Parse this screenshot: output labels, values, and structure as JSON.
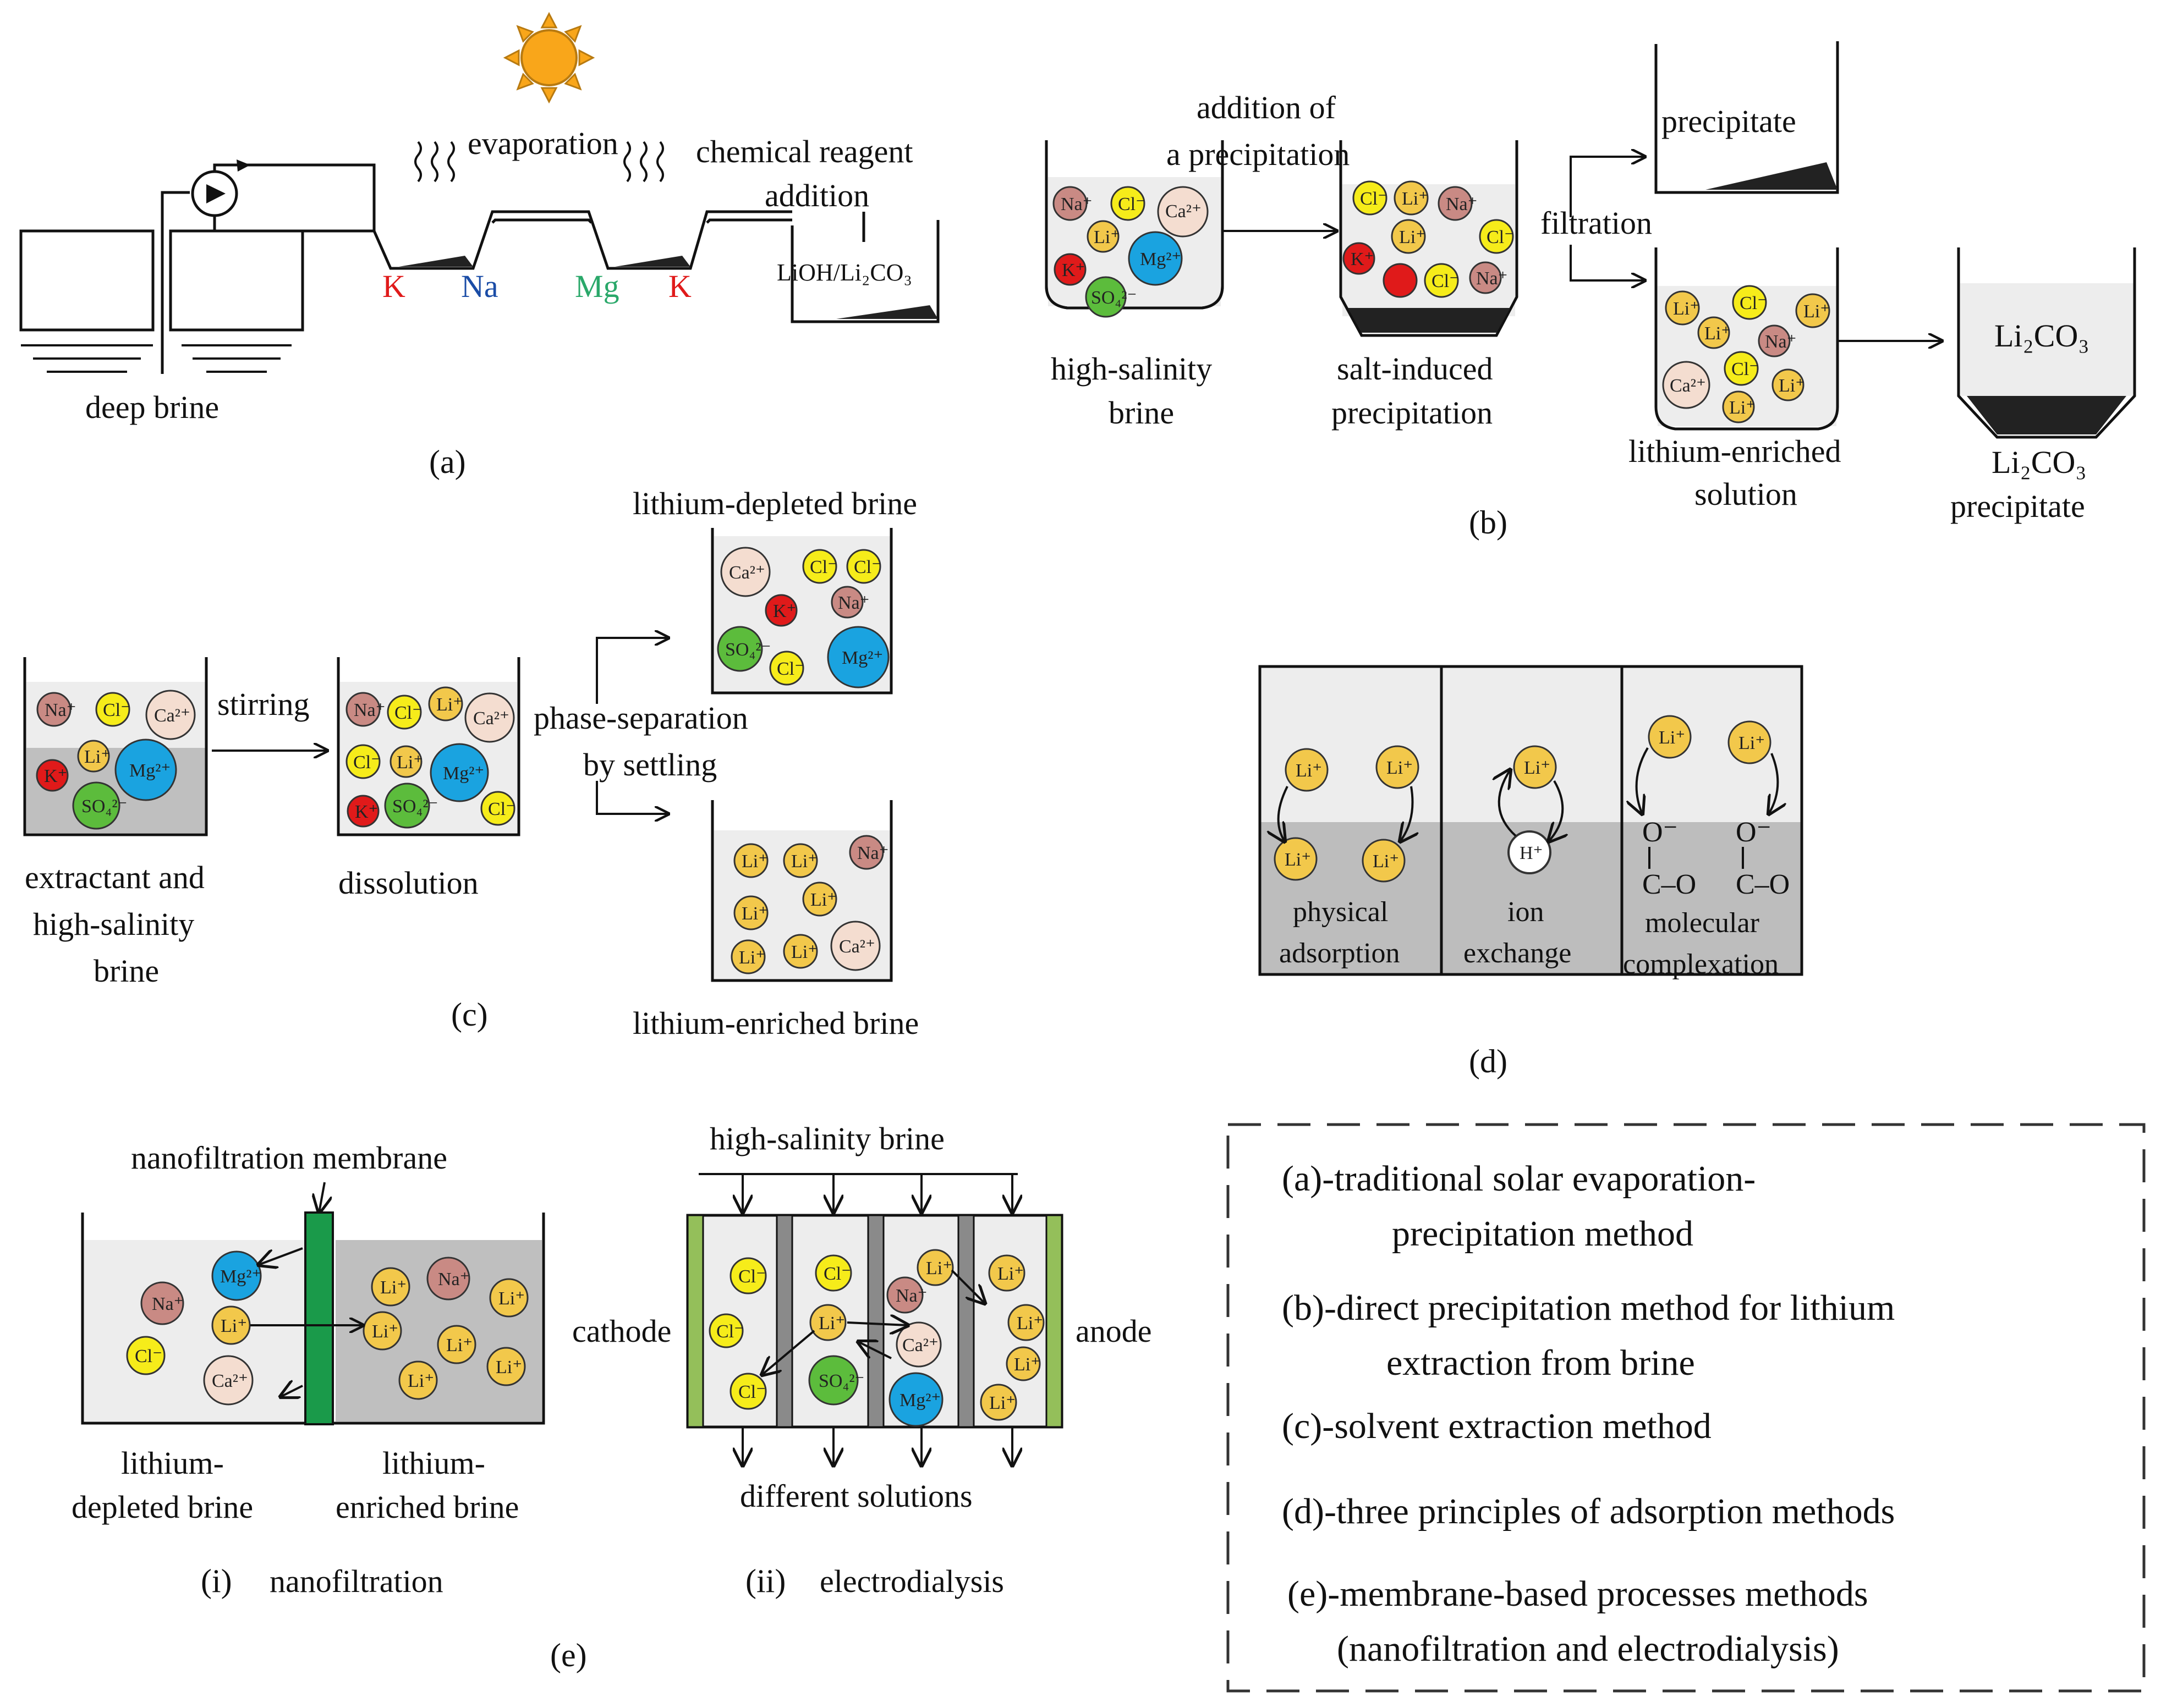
{
  "colors": {
    "yellow": "#f6ec1a",
    "orange_li": "#f2c84b",
    "pink": "#c98a84",
    "beige": "#f4ddd0",
    "red": "#e01a1a",
    "blue": "#1aa3e0",
    "green": "#5cbc3c",
    "grey_liquid": "#d4d4d4",
    "light_bg": "#ededed",
    "membrane_green": "#1a9a4a",
    "electrode_green": "#94bf5a",
    "K_red": "#e01a1a",
    "Na_blue": "#1a4ca6",
    "Mg_green": "#2aa86a",
    "sun": "#f9a61a"
  },
  "icons": [
    "sun-icon",
    "pump-icon",
    "evaporation-wave-icon",
    "ion-circle-icon",
    "arrow-icon"
  ],
  "panel_a": {
    "caption": "(a)",
    "evaporation": "evaporation",
    "reagent_line1": "chemical reagent",
    "reagent_line2": "addition",
    "product": "LiOH/Li₂CO₃",
    "deep_brine": "deep brine",
    "salt_K1": "K",
    "salt_Na": "Na",
    "salt_Mg": "Mg",
    "salt_K2": "K"
  },
  "panel_b": {
    "caption": "(b)",
    "addition_line1": "addition of",
    "addition_line2": "a precipitation",
    "high_salinity_line1": "high-salinity",
    "high_salinity_line2": "brine",
    "salt_induced_line1": "salt-induced",
    "salt_induced_line2": "precipitation",
    "filtration": "filtration",
    "precipitate": "precipitate",
    "li_enriched_line1": "lithium-enriched",
    "li_enriched_line2": "solution",
    "li2co3": "Li₂CO₃",
    "li2co3_ppt_line1": "Li₂CO₃",
    "li2co3_ppt_line2": "precipitate"
  },
  "panel_c": {
    "caption": "(c)",
    "stirring": "stirring",
    "extractant_line1": "extractant and",
    "extractant_line2": "high-salinity",
    "extractant_line3": "brine",
    "dissolution": "dissolution",
    "phase_line1": "phase-separation",
    "phase_line2": "by settling",
    "li_depleted": "lithium-depleted brine",
    "li_enriched": "lithium-enriched brine"
  },
  "panel_d": {
    "caption": "(d)",
    "physical_line1": "physical",
    "physical_line2": "adsorption",
    "ion_line1": "ion",
    "ion_line2": "exchange",
    "molecular_line1": "molecular",
    "molecular_line2": "complexation",
    "oxygen_minus": "O⁻",
    "c_o": "C–O"
  },
  "panel_e": {
    "caption": "(e)",
    "nf_membrane": "nanofiltration membrane",
    "li_depleted_line1": "lithium-",
    "li_depleted_line2": "depleted brine",
    "li_enriched_line1": "lithium-",
    "li_enriched_line2": "enriched brine",
    "sub_i": "(i)",
    "nanofiltration": "nanofiltration",
    "high_salinity": "high-salinity brine",
    "cathode": "cathode",
    "anode": "anode",
    "different_solutions": "different solutions",
    "sub_ii": "(ii)",
    "electrodialysis": "electrodialysis"
  },
  "legend": {
    "a_line1": "(a)-traditional solar evaporation-",
    "a_line2": "precipitation method",
    "b_line1": "(b)-direct precipitation method for lithium",
    "b_line2": "extraction from brine",
    "c": "(c)-solvent extraction method",
    "d": "(d)-three principles of adsorption methods",
    "e_line1": "(e)-membrane-based processes methods",
    "e_line2": "(nanofiltration and electrodialysis)"
  },
  "ions": {
    "li": "Li⁺",
    "na": "Na⁺",
    "k": "K⁺",
    "cl": "Cl⁻",
    "ca": "Ca²⁺",
    "mg": "Mg²⁺",
    "so4": "SO₄²⁻",
    "h": "H⁺"
  }
}
